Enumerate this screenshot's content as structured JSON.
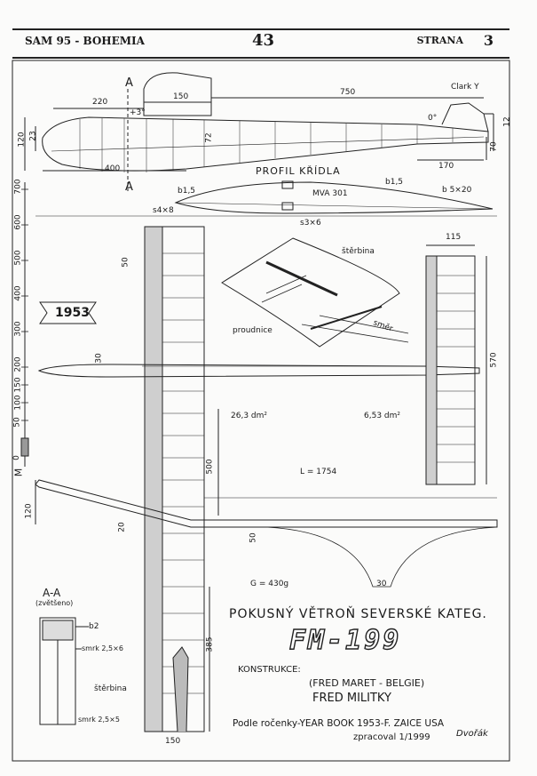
{
  "header": {
    "left": "SAM 95 - BOHEMIA",
    "number": "43",
    "right": "STRANA",
    "page": "3"
  },
  "side_view": {
    "section_marker": "A",
    "dims": {
      "nose": "220",
      "wing_chord": "150",
      "tail_arm": "750",
      "nose_len": "400",
      "height": "120",
      "nose_h": "23",
      "mid_h": "72",
      "tail_len": "170",
      "tail_h": "70",
      "fin_h": "12"
    },
    "angle_wing": "+3°",
    "angle_tail": "0°",
    "airfoil_tail": "Clark Y"
  },
  "wing_profile": {
    "label": "PROFIL KŘÍDLA",
    "section": "MVA 301",
    "notes": [
      "b1,5",
      "b1,5",
      "b 5×20",
      "s4×8",
      "s3×6"
    ]
  },
  "scale": {
    "ticks": [
      "700",
      "600",
      "500",
      "400",
      "300",
      "200",
      "150",
      "100",
      "50",
      "0"
    ],
    "unit": "M"
  },
  "plan": {
    "wing_area": "26,3 dm²",
    "stab_area": "6,53 dm²",
    "length": "L = 1754",
    "stab_span": "115",
    "stab_len": "570",
    "wing_chord": "150",
    "wing_half": "500",
    "wing_tip": "385",
    "d50": "50",
    "d30": "30",
    "d20": "20",
    "d120": "120",
    "d50b": "50",
    "d30b": "30",
    "weight": "G = 430g"
  },
  "year_tag": "1953",
  "detail": {
    "labels": [
      "štěrbina",
      "proudnice",
      "směr"
    ]
  },
  "section_aa": {
    "title": "A-A",
    "sub": "(zvětšeno)",
    "labels": [
      "b2",
      "smrk 2,5×6",
      "štěrbina",
      "smrk 2,5×5"
    ]
  },
  "info": {
    "title": "POKUSNÝ VĚTROŇ SEVERSKÉ KATEG.",
    "model": "FM-199",
    "konstrukce_label": "KONSTRUKCE:",
    "designer1": "(FRED MARET - BELGIE)",
    "designer2": "FRED MILITKY",
    "source": "Podle ročenky-YEAR BOOK 1953-F. ZAICE  USA",
    "redrawn": "zpracoval 1/1999",
    "signature": "Dvořák"
  }
}
